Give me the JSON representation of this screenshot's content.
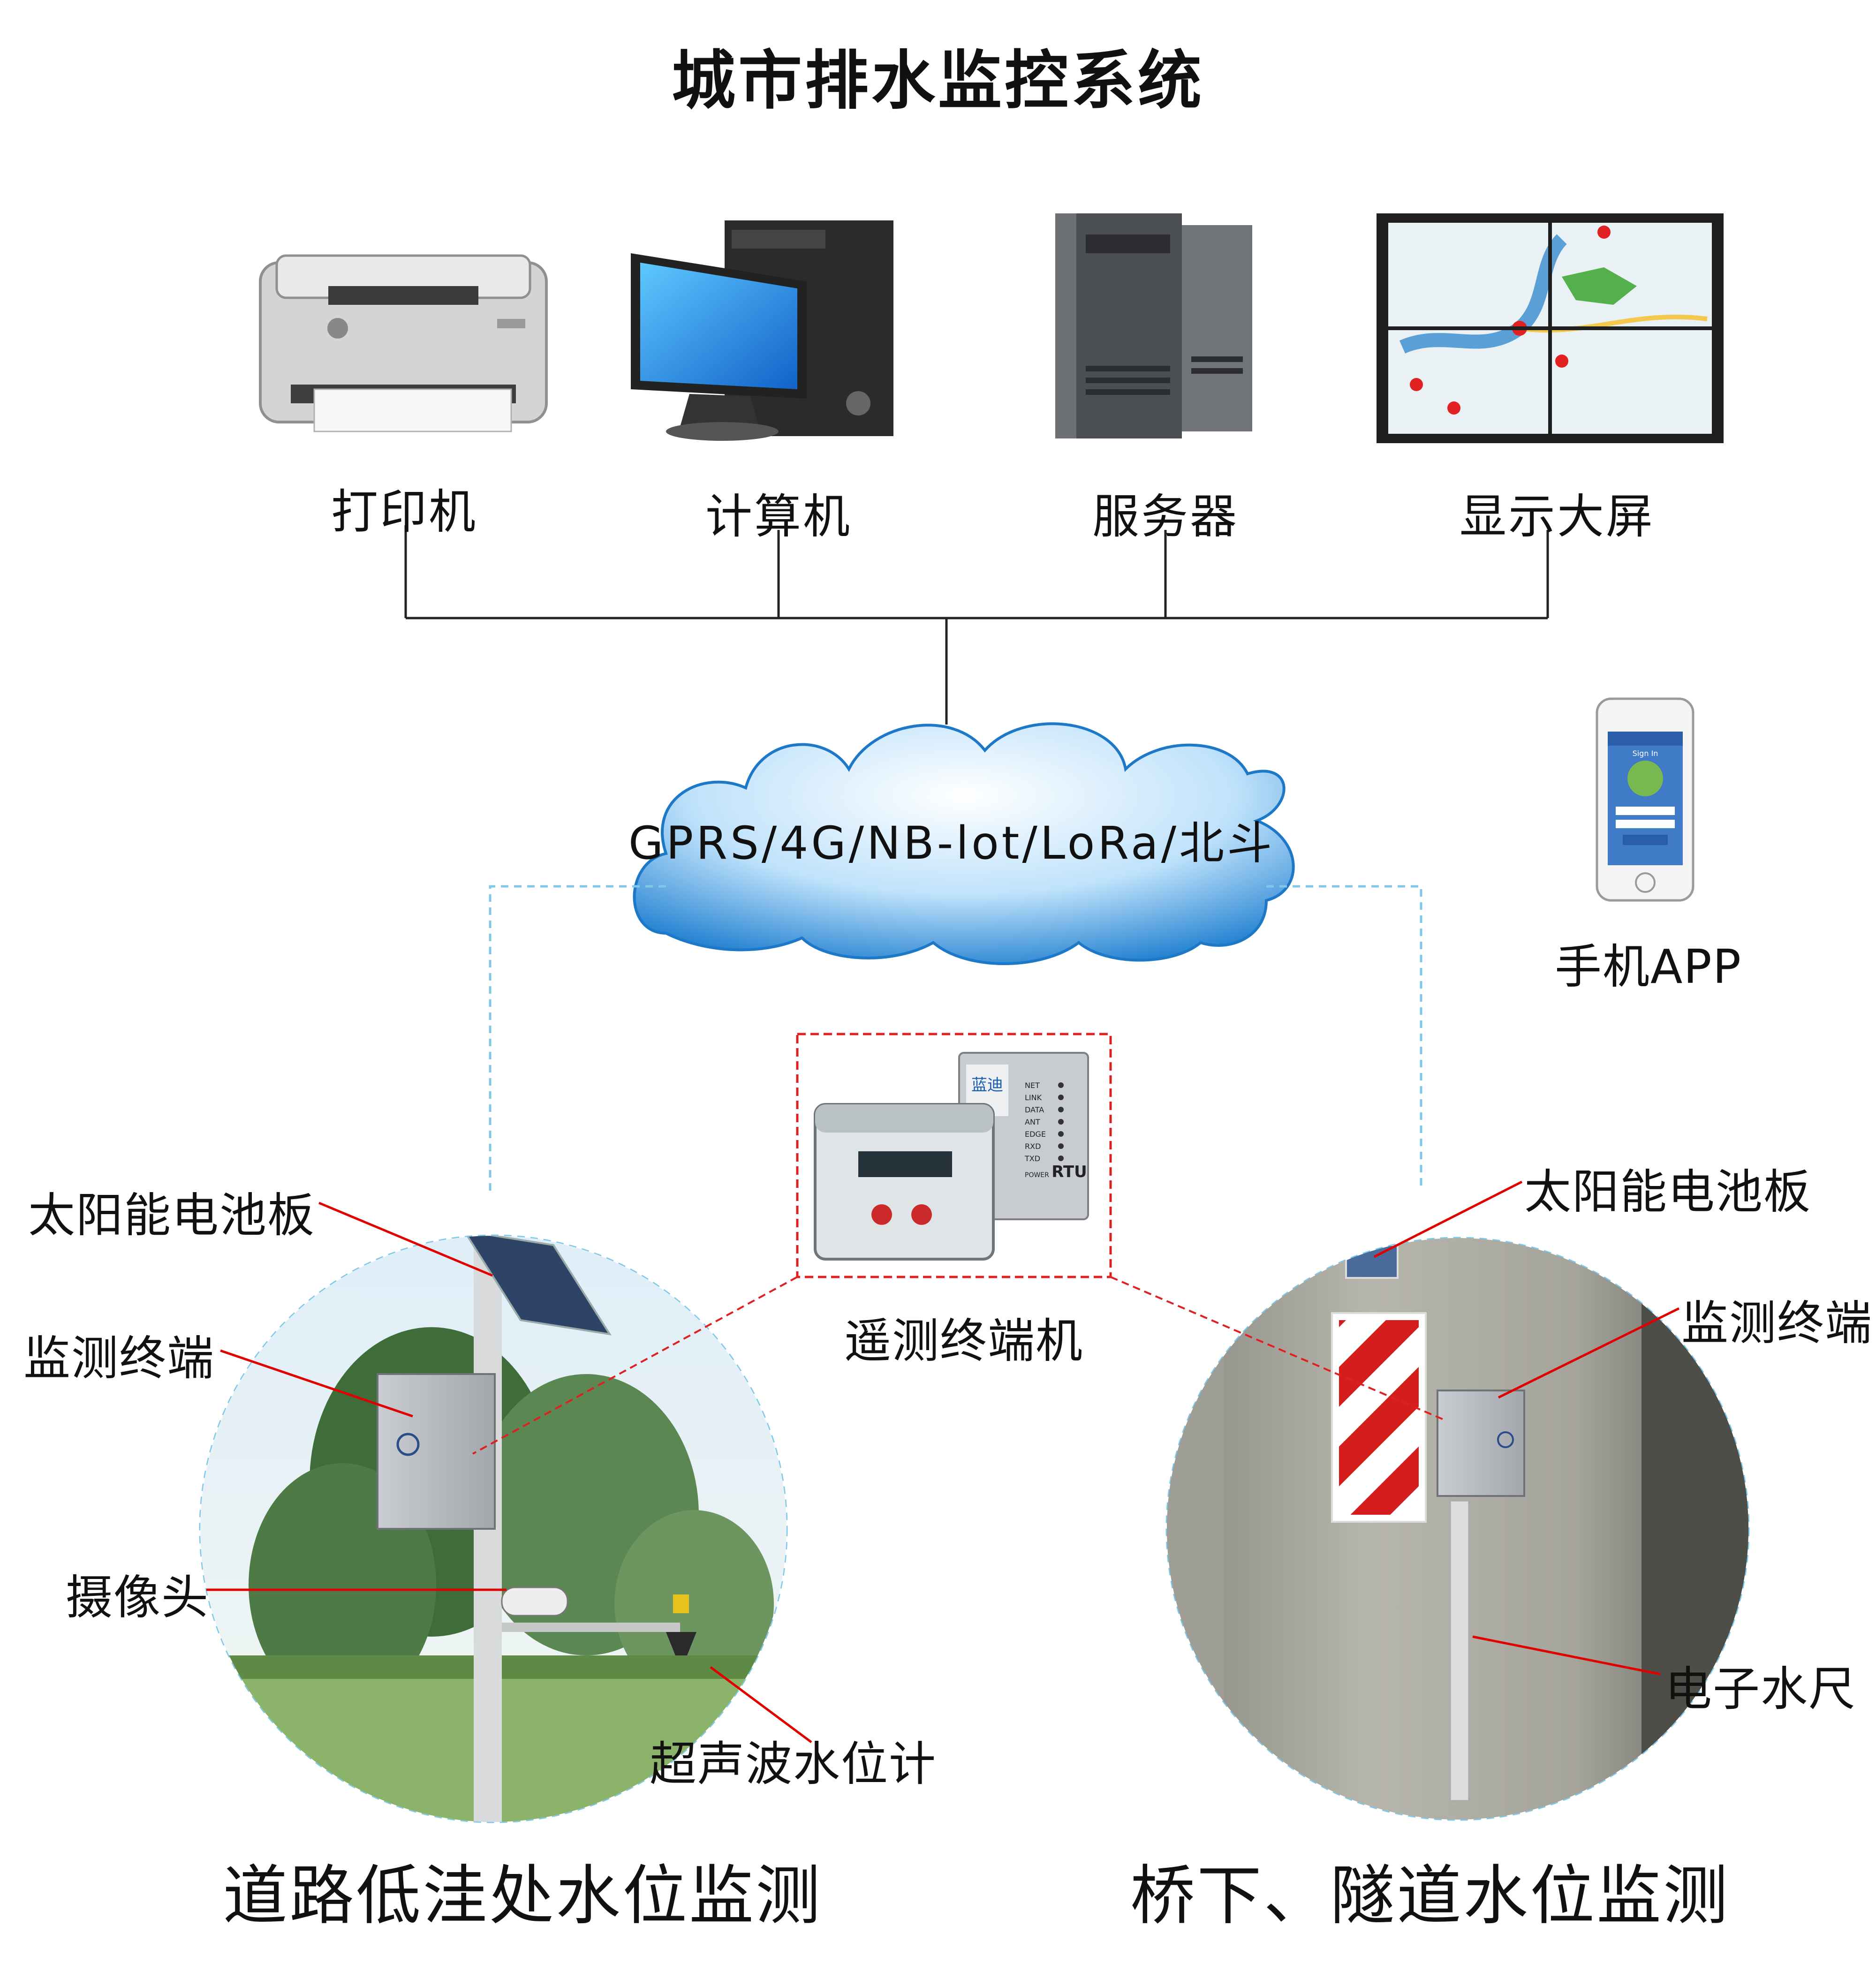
{
  "title": "城市排水监控系统",
  "devices": {
    "printer": "打印机",
    "computer": "计算机",
    "server": "服务器",
    "screen": "显示大屏"
  },
  "network": "GPRS/4G/NB-lot/LoRa/北斗",
  "mobile_app": "手机APP",
  "rtu": {
    "label": "遥测终端机",
    "brand": "蓝迪",
    "model": "RTU",
    "leds": [
      "NET",
      "LINK",
      "DATA",
      "ANT",
      "EDGE",
      "RXD",
      "TXD"
    ],
    "power": "POWER"
  },
  "left_site": {
    "title": "道路低洼处水位监测",
    "solar": "太阳能电池板",
    "terminal": "监测终端",
    "camera": "摄像头",
    "sensor": "超声波水位计"
  },
  "right_site": {
    "title": "桥下、隧道水位监测",
    "solar": "太阳能电池板",
    "terminal": "监测终端",
    "gauge": "电子水尺"
  },
  "phone": {
    "signin": "Sign In"
  },
  "colors": {
    "cloud": "#2b8fd8",
    "dashed_blue": "#7fc8e8",
    "dashed_red": "#e02020",
    "arrow_red": "#e00000"
  }
}
